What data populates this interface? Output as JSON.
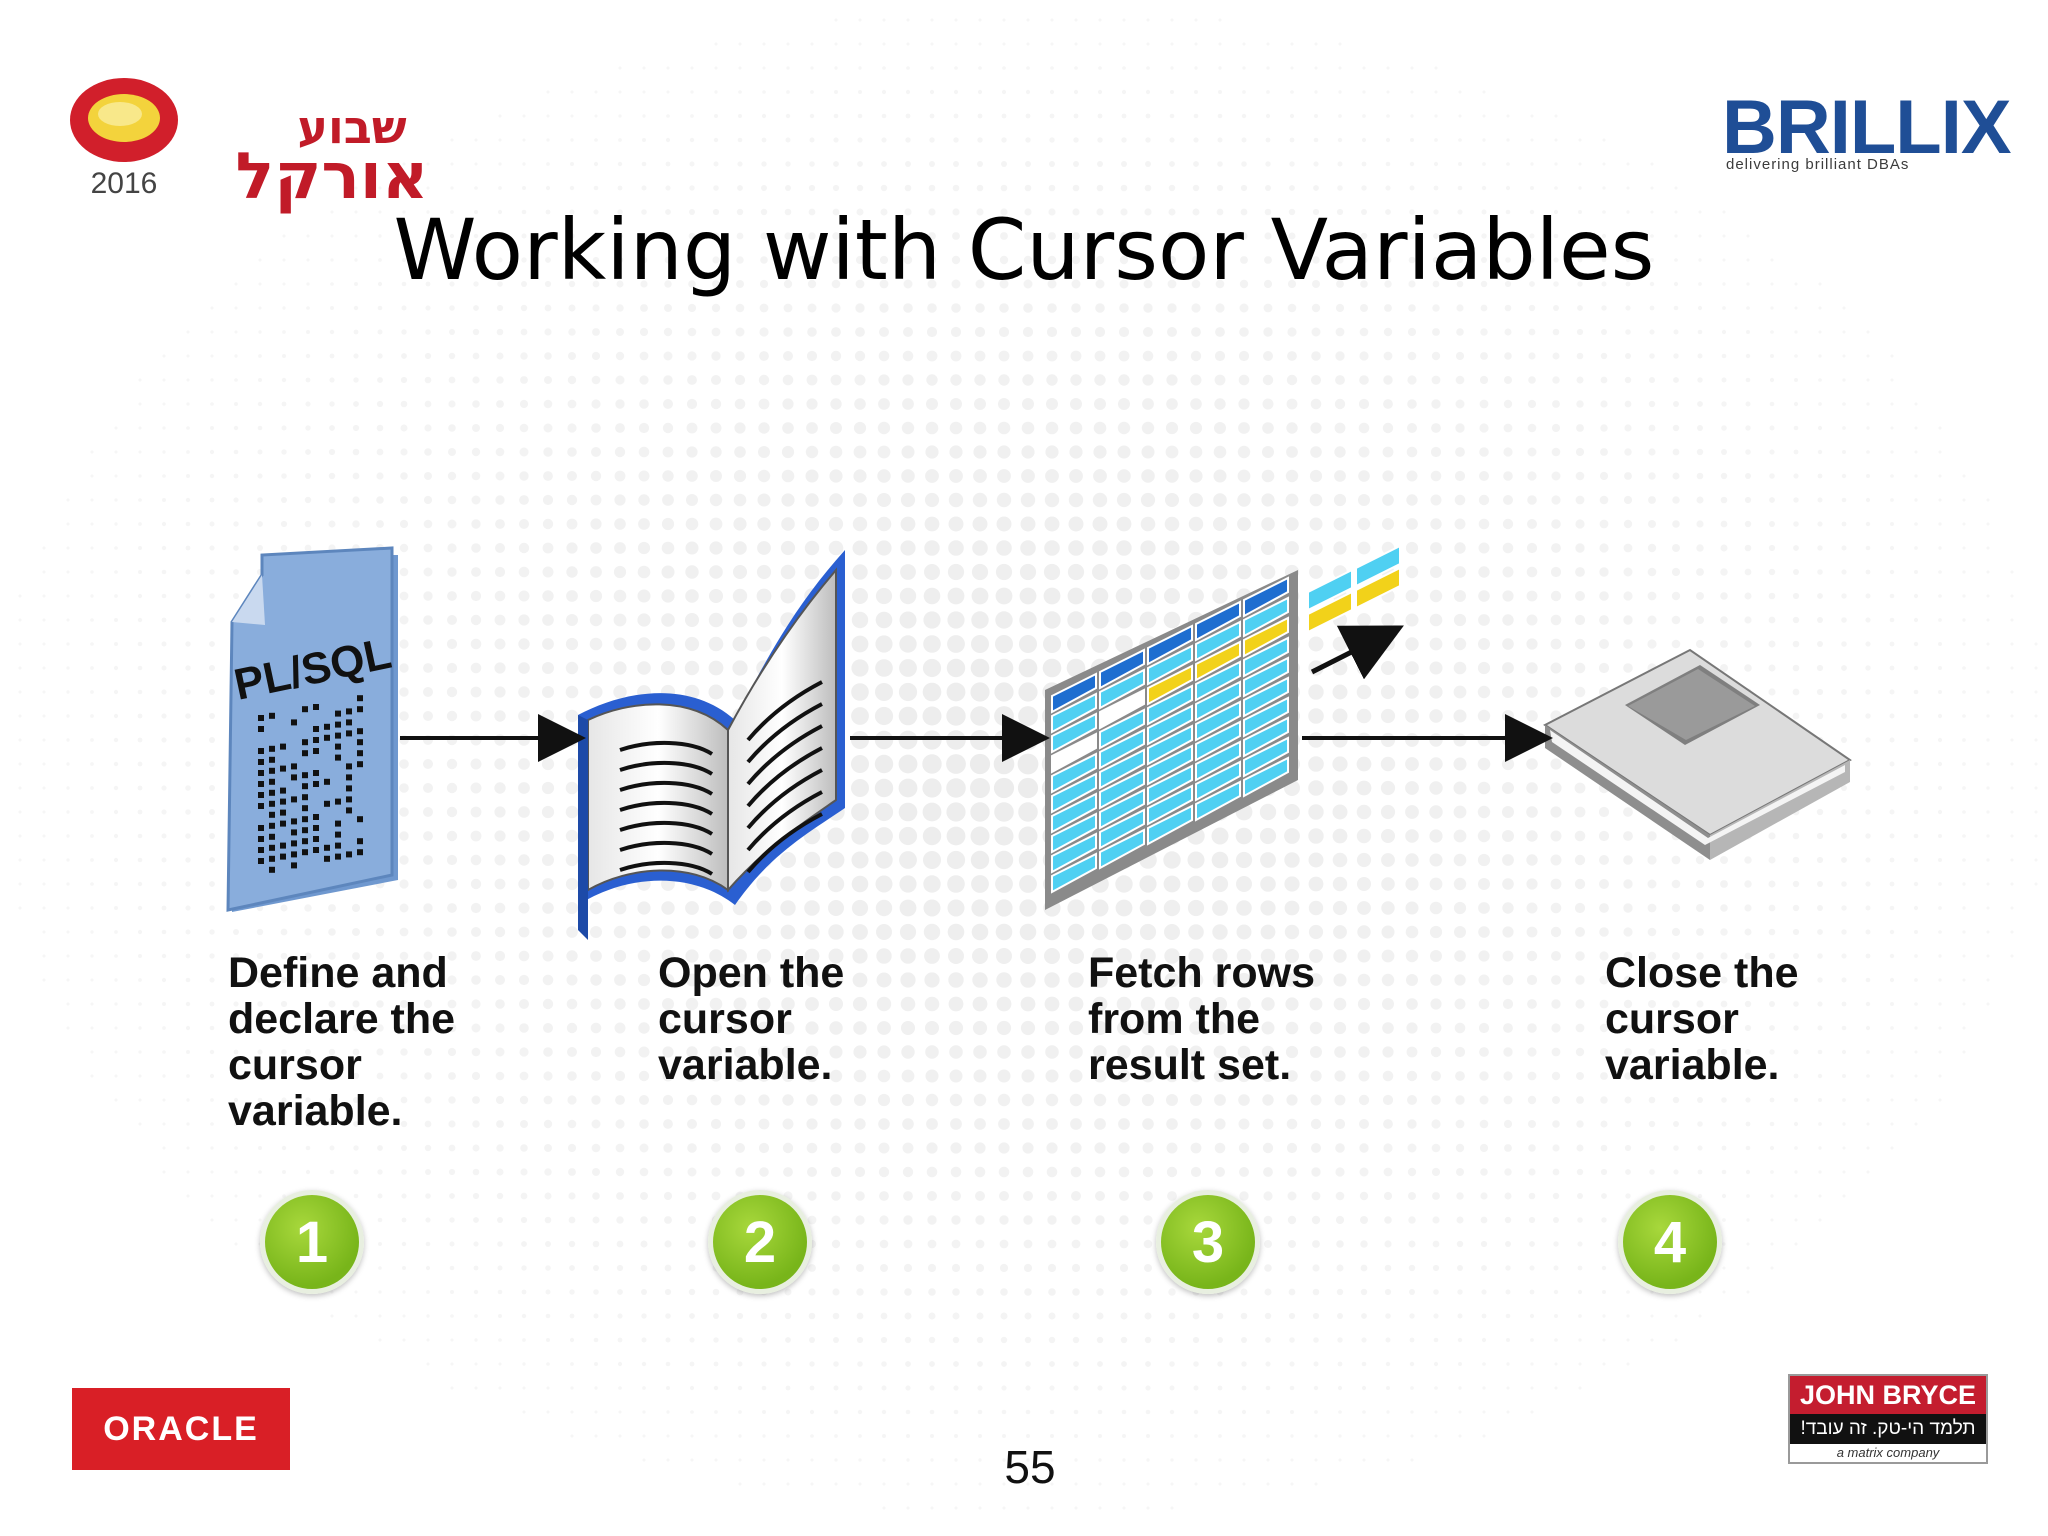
{
  "slide": {
    "title": "Working with Cursor Variables",
    "page_number": "55"
  },
  "logos": {
    "event": {
      "year": "2016",
      "hebrew_top": "שבוע",
      "hebrew_bottom": "אורקל"
    },
    "brillix": {
      "name": "BRILLIX",
      "tagline": "delivering brilliant DBAs"
    },
    "oracle": {
      "name": "ORACLE"
    },
    "john_bryce": {
      "name": "JOHN BRYCE",
      "tagline": "תלמד הי-טק. זה עובד!",
      "sub": "a matrix company"
    }
  },
  "diagram": {
    "plsql_doc_label": "PL/SQL",
    "steps": [
      {
        "number": "1",
        "lines": [
          "Define and",
          "declare the",
          "cursor",
          "variable."
        ]
      },
      {
        "number": "2",
        "lines": [
          "Open the",
          "cursor",
          "variable."
        ]
      },
      {
        "number": "3",
        "lines": [
          "Fetch rows",
          "from the",
          "result set."
        ]
      },
      {
        "number": "4",
        "lines": [
          "Close the",
          "cursor",
          "variable."
        ]
      }
    ]
  },
  "colors": {
    "badge_green": "#78b51a",
    "oracle_red": "#d91f26",
    "brillix_blue": "#1f4e96",
    "table_cyan": "#4fd0f2",
    "table_header_blue": "#1e6ed0",
    "table_highlight_yellow": "#f2d21a",
    "doc_blue": "#7fa6d6"
  }
}
